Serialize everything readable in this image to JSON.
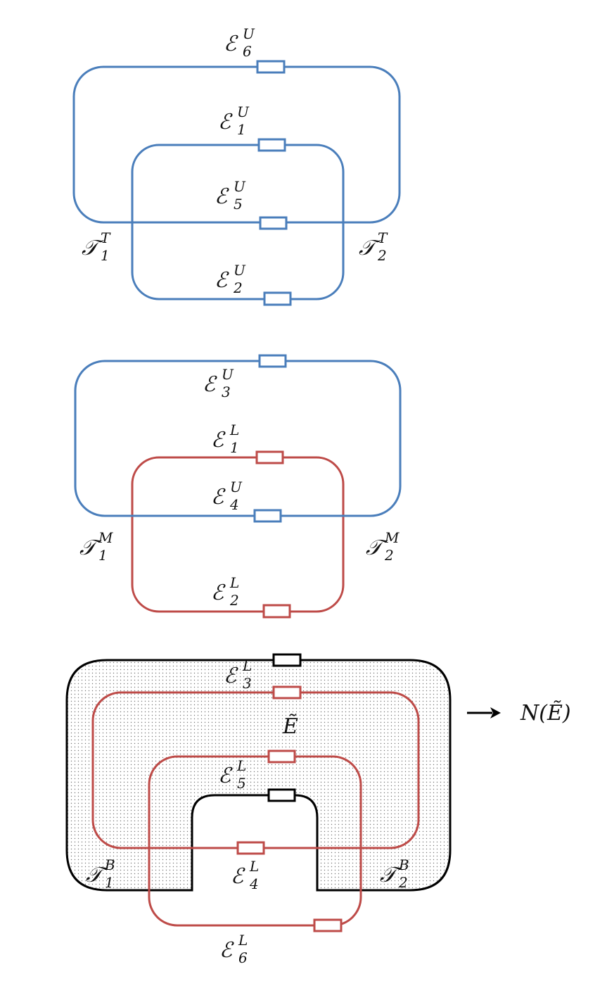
{
  "colors": {
    "upper": "#4a7ebb",
    "lower": "#be4b48",
    "boundary": "#000000",
    "fill_dots": "#777777"
  },
  "labels": {
    "e6U": {
      "base": "ℰ",
      "sup": "U",
      "sub": "6"
    },
    "e1U": {
      "base": "ℰ",
      "sup": "U",
      "sub": "1"
    },
    "e5U": {
      "base": "ℰ",
      "sup": "U",
      "sub": "5"
    },
    "e2U": {
      "base": "ℰ",
      "sup": "U",
      "sub": "2"
    },
    "t1T": {
      "base": "𝒯",
      "sup": "T",
      "sub": "1"
    },
    "t2T": {
      "base": "𝒯",
      "sup": "T",
      "sub": "2"
    },
    "e3U": {
      "base": "ℰ",
      "sup": "U",
      "sub": "3"
    },
    "e1L": {
      "base": "ℰ",
      "sup": "L",
      "sub": "1"
    },
    "e4U": {
      "base": "ℰ",
      "sup": "U",
      "sub": "4"
    },
    "e2L": {
      "base": "ℰ",
      "sup": "L",
      "sub": "2"
    },
    "t1M": {
      "base": "𝒯",
      "sup": "M",
      "sub": "1"
    },
    "t2M": {
      "base": "𝒯",
      "sup": "M",
      "sub": "2"
    },
    "e3L": {
      "base": "ℰ",
      "sup": "L",
      "sub": "3"
    },
    "eTilde": {
      "base": "Ẽ"
    },
    "e5L": {
      "base": "ℰ",
      "sup": "L",
      "sub": "5"
    },
    "e4L": {
      "base": "ℰ",
      "sup": "L",
      "sub": "4"
    },
    "e6L": {
      "base": "ℰ",
      "sup": "L",
      "sub": "6"
    },
    "t1B": {
      "base": "𝒯",
      "sup": "B",
      "sub": "1"
    },
    "t2B": {
      "base": "𝒯",
      "sup": "B",
      "sub": "2"
    },
    "nE": {
      "base": "N(Ẽ)"
    }
  }
}
